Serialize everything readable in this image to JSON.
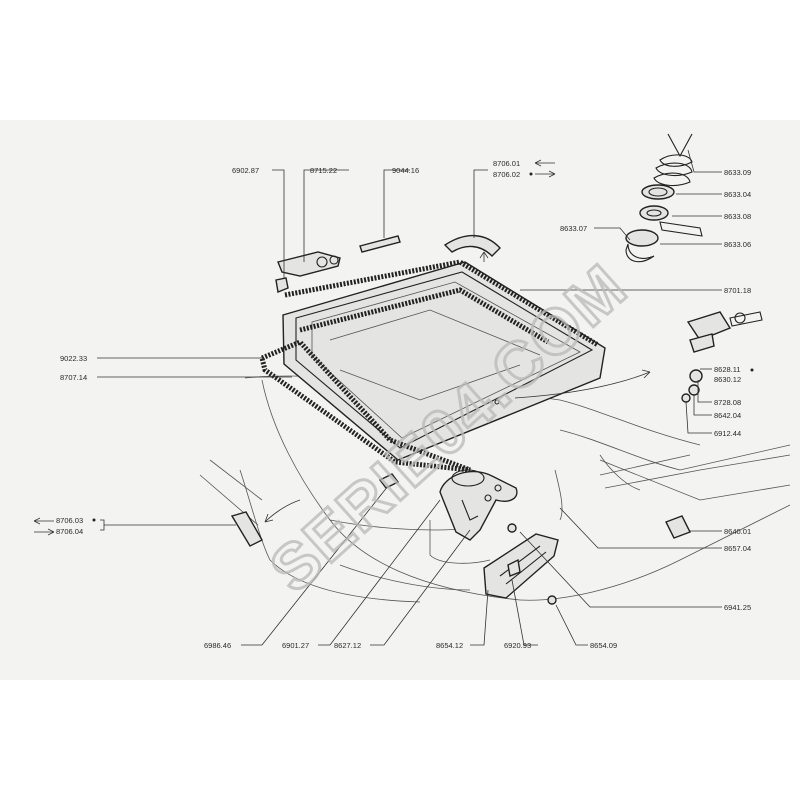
{
  "labels": {
    "p6902_87": "6902.87",
    "p8715_22": "8715.22",
    "p9044_16": "9044.16",
    "p8706_01": "8706.01",
    "p8706_02": "8706.02",
    "p8633_09": "8633.09",
    "p8633_04": "8633.04",
    "p8633_08": "8633.08",
    "p8633_07": "8633.07",
    "p8633_06": "8633.06",
    "p8701_18": "8701.18",
    "p9022_33": "9022.33",
    "p8707_14": "8707.14",
    "p8628_11": "8628.11",
    "p8630_12": "8630.12",
    "p8728_08": "8728.08",
    "p8642_04": "8642.04",
    "p6912_44": "6912.44",
    "p8706_03": "8706.03",
    "p8706_04": "8706.04",
    "p8640_01": "8640.01",
    "p8657_04": "8657.04",
    "p6941_25": "6941.25",
    "p6986_46": "6986.46",
    "p6901_27": "6901.27",
    "p8627_12": "8627.12",
    "p8654_12": "8654.12",
    "p6920_93": "6920.93",
    "p8654_09": "8654.09"
  },
  "watermark": "SERIE04.COM"
}
